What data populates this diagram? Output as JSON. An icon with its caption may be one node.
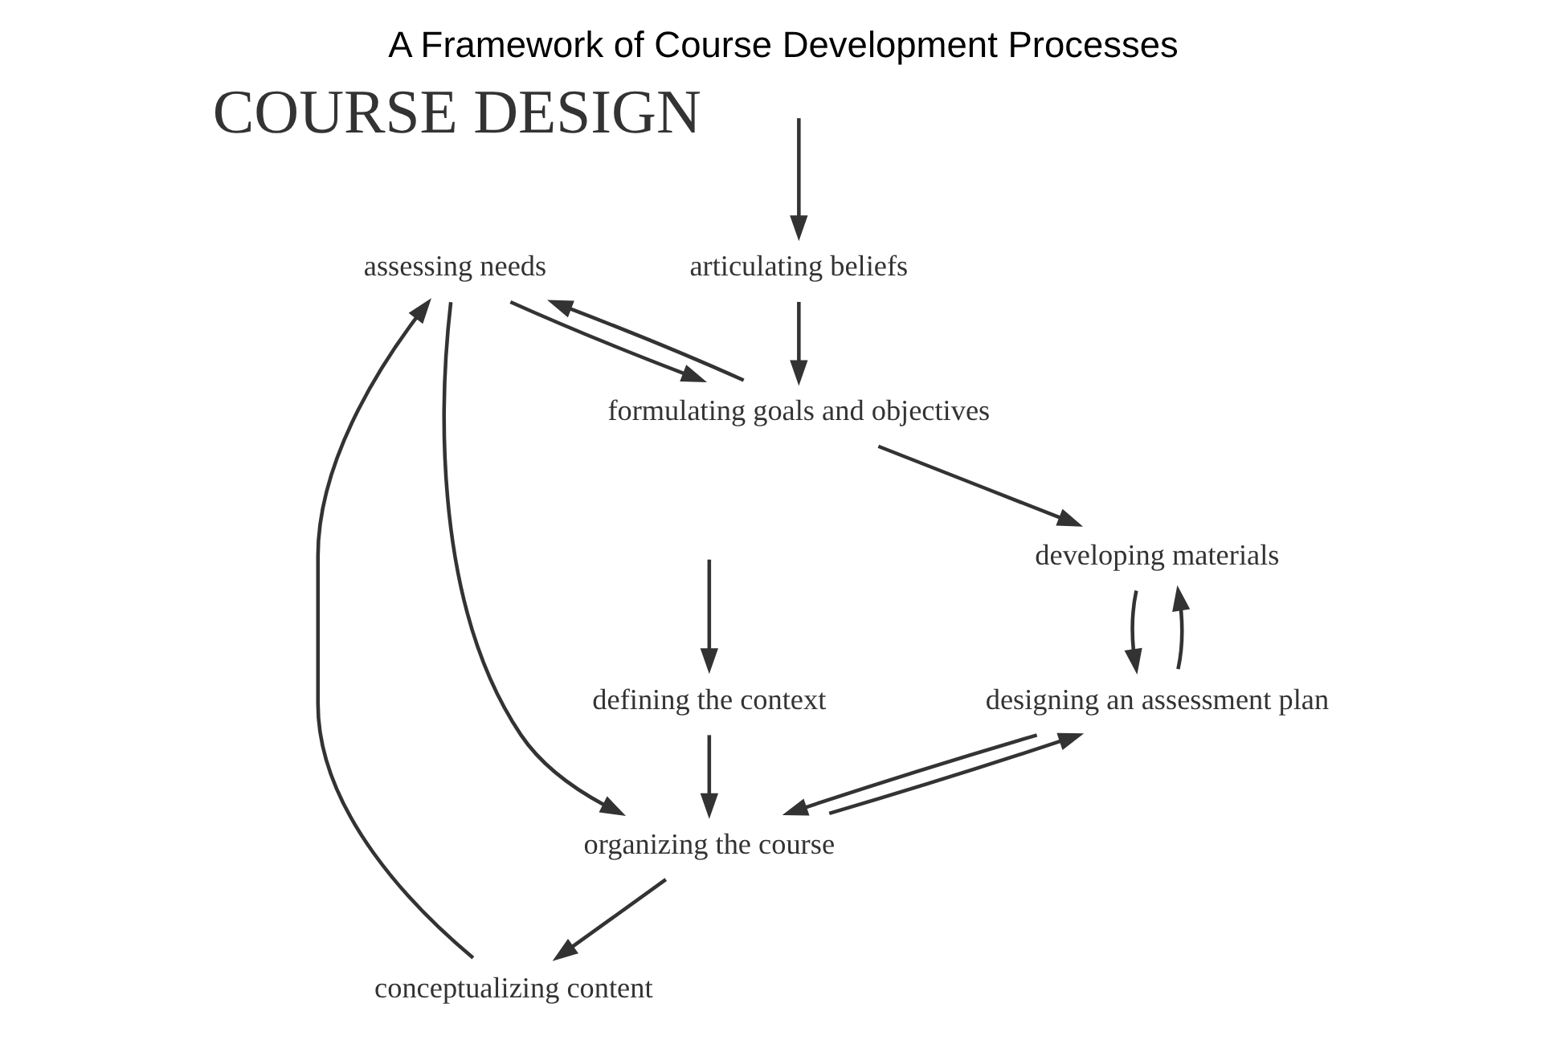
{
  "diagram": {
    "title": "A Framework of Course Development Processes",
    "nodes": [
      {
        "text": [
          "COURSE DESIGN"
        ]
      },
      {
        "text": [
          "assessing needs"
        ]
      },
      {
        "text": [
          "formulating goals and objectives"
        ]
      },
      {
        "text": [
          "developing materials"
        ]
      },
      {
        "text": [
          "designing an assessment plan"
        ]
      },
      {
        "text": [
          "organizing the course"
        ]
      },
      {
        "text": [
          "conceptualizing content"
        ]
      },
      {
        "text": [
          "defining the context"
        ]
      },
      {
        "text": [
          "articulating beliefs"
        ]
      }
    ],
    "edges": [
      {
        "from": 1,
        "to": 2,
        "arrow": "to"
      },
      {
        "from": 2,
        "to": 3,
        "arrow": "to"
      },
      {
        "from": 3,
        "to": 4,
        "arrow": "to"
      },
      {
        "from": 4,
        "to": 5,
        "arrow": "to"
      },
      {
        "from": 5,
        "to": 6,
        "arrow": "to"
      },
      {
        "from": 6,
        "to": 1,
        "arrow": "to"
      },
      {
        "from": 2,
        "to": 1,
        "arrow": "to"
      },
      {
        "from": 1,
        "to": 5,
        "arrow": "to"
      },
      {
        "from": 5,
        "to": 4,
        "arrow": "to"
      },
      {
        "from": 4,
        "to": 3,
        "arrow": "to"
      },
      {
        "from": null,
        "to": 7,
        "arrow": "to"
      },
      {
        "from": null,
        "to": 8,
        "arrow": "to"
      },
      {
        "from": 7,
        "to": 5,
        "arrow": "to"
      },
      {
        "from": 8,
        "to": 2,
        "arrow": "to"
      }
    ]
  }
}
